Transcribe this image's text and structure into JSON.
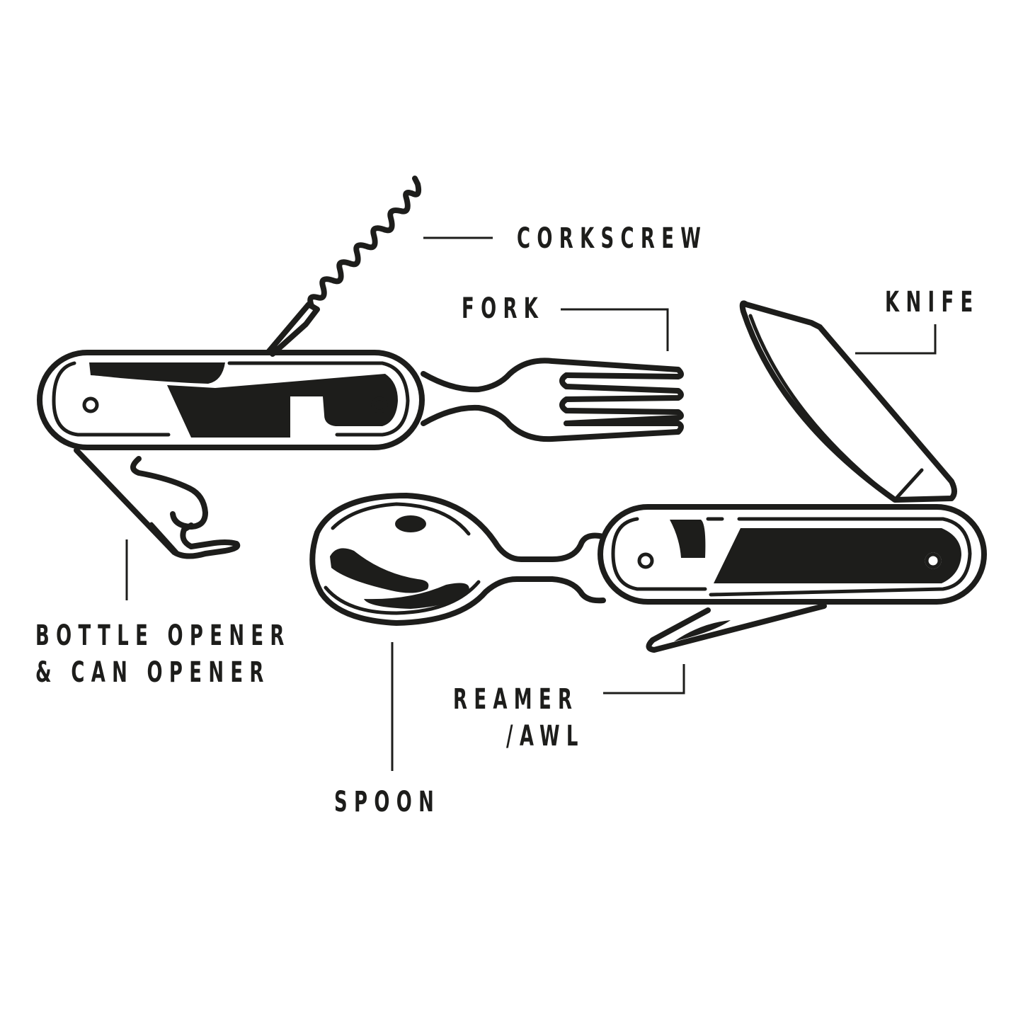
{
  "diagram": {
    "subject": "Multi-tool camping knife set (knife-fork and knife-spoon halves)",
    "ink_color": "#1d1d1b",
    "background_color": "#ffffff",
    "labels": {
      "corkscrew": "CORKSCREW",
      "fork": "FORK",
      "knife": "KNIFE",
      "bottle_opener_line1": "BOTTLE OPENER",
      "bottle_opener_line2": "& CAN OPENER",
      "reamer_line1": "REAMER",
      "reamer_line2": "/AWL",
      "spoon": "SPOON"
    }
  }
}
